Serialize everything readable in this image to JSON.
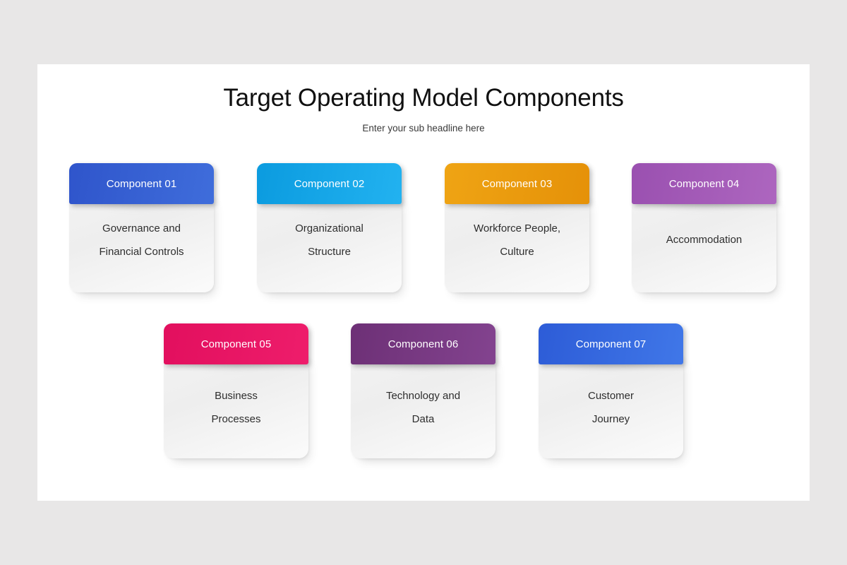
{
  "slide": {
    "title": "Target Operating Model Components",
    "subtitle": "Enter your sub headline here",
    "background_color": "#e8e7e7",
    "canvas_color": "#ffffff"
  },
  "cards": [
    {
      "header_label": "Component 01",
      "body_text": "Governance and\nFinancial Controls",
      "color_start": "#2f55cb",
      "color_end": "#3f6ddb"
    },
    {
      "header_label": "Component 02",
      "body_text": "Organizational\nStructure",
      "color_start": "#0b9bdf",
      "color_end": "#22b2f0"
    },
    {
      "header_label": "Component 03",
      "body_text": "Workforce People,\nCulture",
      "color_start": "#efa414",
      "color_end": "#e59108"
    },
    {
      "header_label": "Component 04",
      "body_text": "Accommodation",
      "color_start": "#9a50b0",
      "color_end": "#ad66bf"
    },
    {
      "header_label": "Component 05",
      "body_text": "Business\nProcesses",
      "color_start": "#e20f5e",
      "color_end": "#ee1d6b"
    },
    {
      "header_label": "Component 06",
      "body_text": "Technology and\nData",
      "color_start": "#6d3076",
      "color_end": "#83438f"
    },
    {
      "header_label": "Component 07",
      "body_text": "Customer\nJourney",
      "color_start": "#2d5cd7",
      "color_end": "#4077e8"
    }
  ]
}
